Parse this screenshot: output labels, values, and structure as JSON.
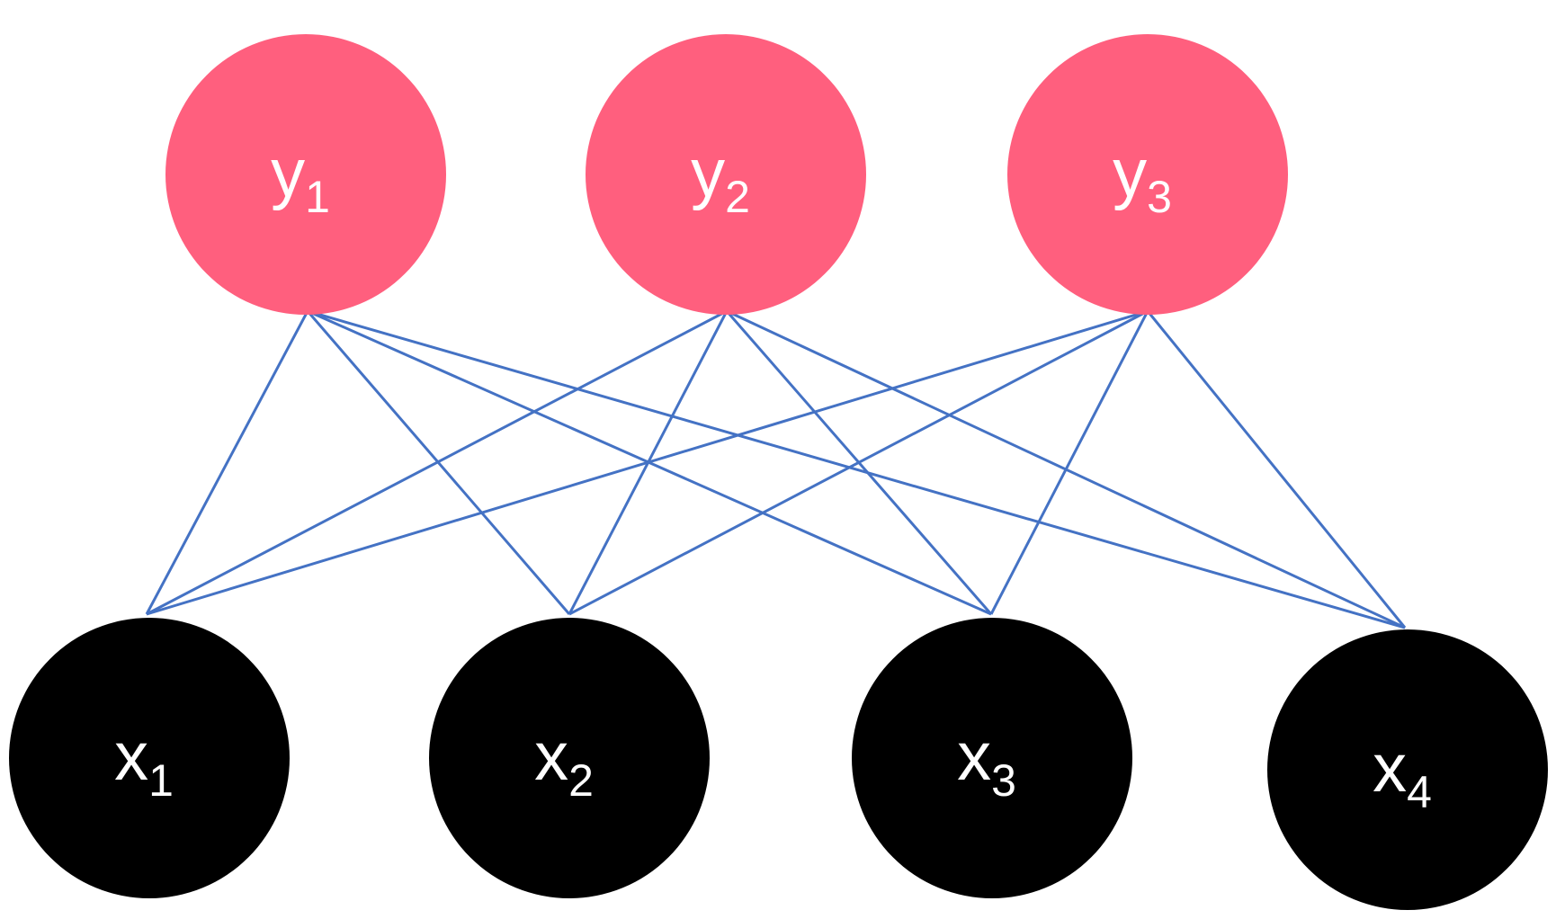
{
  "colors": {
    "output_node": "#ff5f7e",
    "input_node": "#000000",
    "edge": "#4472c4",
    "label": "#ffffff"
  },
  "output_nodes": [
    {
      "id": "y1",
      "base": "y",
      "sub": "1"
    },
    {
      "id": "y2",
      "base": "y",
      "sub": "2"
    },
    {
      "id": "y3",
      "base": "y",
      "sub": "3"
    }
  ],
  "input_nodes": [
    {
      "id": "x1",
      "base": "x",
      "sub": "1"
    },
    {
      "id": "x2",
      "base": "x",
      "sub": "2"
    },
    {
      "id": "x3",
      "base": "x",
      "sub": "3"
    },
    {
      "id": "x4",
      "base": "x",
      "sub": "4"
    }
  ],
  "edges": [
    [
      "y1",
      "x1"
    ],
    [
      "y1",
      "x2"
    ],
    [
      "y1",
      "x3"
    ],
    [
      "y1",
      "x4"
    ],
    [
      "y2",
      "x1"
    ],
    [
      "y2",
      "x2"
    ],
    [
      "y2",
      "x3"
    ],
    [
      "y2",
      "x4"
    ],
    [
      "y3",
      "x1"
    ],
    [
      "y3",
      "x2"
    ],
    [
      "y3",
      "x3"
    ],
    [
      "y3",
      "x4"
    ]
  ]
}
